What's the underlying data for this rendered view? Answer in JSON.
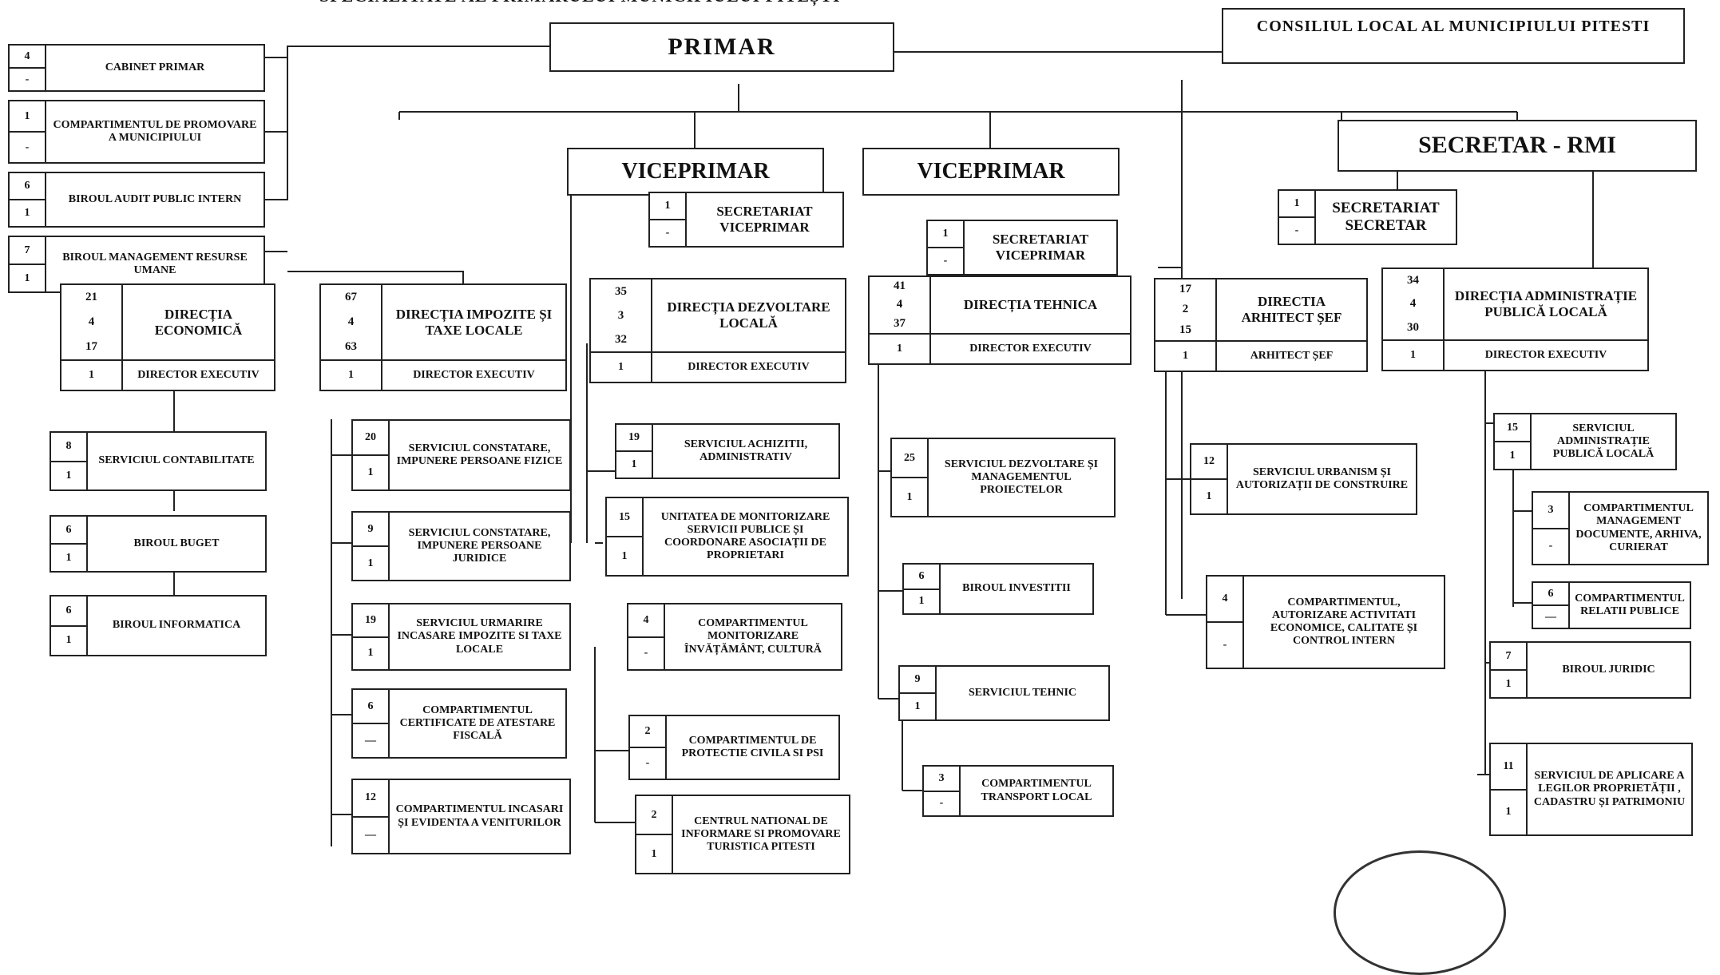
{
  "heading": "SPECIALITATE AL PRIMARULUI MUNICIPIULUI PITEȘTI",
  "council": "CONSILIUL LOCAL AL MUNICIPIULUI PITESTI",
  "nodes": {
    "primar": {
      "label": "PRIMAR"
    },
    "cabinet": {
      "a": "4",
      "b": "-",
      "label": "CABINET PRIMAR"
    },
    "promovare": {
      "a": "1",
      "b": "-",
      "label": "COMPARTIMENTUL DE PROMOVARE A MUNICIPIULUI"
    },
    "audit": {
      "a": "6",
      "b": "1",
      "label": "BIROUL AUDIT PUBLIC INTERN"
    },
    "resurse": {
      "a": "7",
      "b": "1",
      "label": "BIROUL MANAGEMENT RESURSE UMANE"
    },
    "vice1": {
      "label": "VICEPRIMAR"
    },
    "vice2": {
      "label": "VICEPRIMAR"
    },
    "secretar": {
      "label": "SECRETAR - RMI"
    },
    "secv1": {
      "a": "1",
      "b": "-",
      "label": "SECRETARIAT VICEPRIMAR"
    },
    "secv2": {
      "a": "1",
      "b": "-",
      "label": "SECRETARIAT VICEPRIMAR"
    },
    "secs": {
      "a": "1",
      "b": "-",
      "label": "SECRETARIAT SECRETAR"
    },
    "dir_ec": {
      "n1": "21",
      "n2": "4",
      "n3": "17",
      "label": "DIRECȚIA ECONOMICĂ",
      "bn": "1",
      "bt": "DIRECTOR EXECUTIV"
    },
    "dir_it": {
      "n1": "67",
      "n2": "4",
      "n3": "63",
      "label": "DIRECȚIA IMPOZITE ȘI TAXE LOCALE",
      "bn": "1",
      "bt": "DIRECTOR EXECUTIV"
    },
    "dir_dl": {
      "n1": "35",
      "n2": "3",
      "n3": "32",
      "label": "DIRECȚIA DEZVOLTARE LOCALĂ",
      "bn": "1",
      "bt": "DIRECTOR EXECUTIV"
    },
    "dir_te": {
      "n1": "41",
      "n2": "4",
      "n3": "37",
      "label": "DIRECȚIA TEHNICA",
      "bn": "1",
      "bt": "DIRECTOR EXECUTIV"
    },
    "dir_ar": {
      "n1": "17",
      "n2": "2",
      "n3": "15",
      "label": "DIRECTIA ARHITECT ȘEF",
      "bn": "1",
      "bt": "ARHITECT ȘEF"
    },
    "dir_ap": {
      "n1": "34",
      "n2": "4",
      "n3": "30",
      "label": "DIRECȚIA ADMINISTRAȚIE PUBLICĂ LOCALĂ",
      "bn": "1",
      "bt": "DIRECTOR EXECUTIV"
    },
    "s_cont": {
      "a": "8",
      "b": "1",
      "label": "SERVICIUL CONTABILITATE"
    },
    "s_buget": {
      "a": "6",
      "b": "1",
      "label": "BIROUL BUGET"
    },
    "s_info": {
      "a": "6",
      "b": "1",
      "label": "BIROUL INFORMATICA"
    },
    "s_cf": {
      "a": "20",
      "b": "1",
      "label": "SERVICIUL CONSTATARE, IMPUNERE PERSOANE FIZICE"
    },
    "s_cj": {
      "a": "9",
      "b": "1",
      "label": "SERVICIUL CONSTATARE, IMPUNERE PERSOANE JURIDICE"
    },
    "s_ui": {
      "a": "19",
      "b": "1",
      "label": "SERVICIUL URMARIRE INCASARE IMPOZITE SI TAXE LOCALE"
    },
    "s_cert": {
      "a": "6",
      "b": "—",
      "label": "COMPARTIMENTUL CERTIFICATE DE ATESTARE FISCALĂ"
    },
    "s_inc": {
      "a": "12",
      "b": "—",
      "label": "COMPARTIMENTUL INCASARI ȘI EVIDENTA A VENITURILOR"
    },
    "s_achiz": {
      "a": "19",
      "b": "1",
      "label": "SERVICIUL ACHIZITII, ADMINISTRATIV"
    },
    "s_unit": {
      "a": "15",
      "b": "1",
      "label": "UNITATEA DE MONITORIZARE SERVICII PUBLICE ȘI COORDONARE ASOCIAȚII DE PROPRIETARI"
    },
    "s_inv": {
      "a": "4",
      "b": "-",
      "label": "COMPARTIMENTUL MONITORIZARE ÎNVĂȚĂMÂNT, CULTURĂ"
    },
    "s_prot": {
      "a": "2",
      "b": "-",
      "label": "COMPARTIMENTUL DE PROTECTIE CIVILA SI PSI"
    },
    "s_cnip": {
      "a": "2",
      "b": "1",
      "label": "CENTRUL NATIONAL DE INFORMARE SI PROMOVARE TURISTICA PITESTI"
    },
    "s_dez": {
      "a": "25",
      "b": "1",
      "label": "SERVICIUL DEZVOLTARE ȘI MANAGEMENTUL PROIECTELOR"
    },
    "s_binv": {
      "a": "6",
      "b": "1",
      "label": "BIROUL INVESTITII"
    },
    "s_teh": {
      "a": "9",
      "b": "1",
      "label": "SERVICIUL TEHNIC"
    },
    "s_transp": {
      "a": "3",
      "b": "-",
      "label": "COMPARTIMENTUL TRANSPORT LOCAL"
    },
    "s_urb": {
      "a": "12",
      "b": "1",
      "label": "SERVICIUL URBANISM ȘI AUTORIZAȚII DE CONSTRUIRE"
    },
    "s_aut": {
      "a": "4",
      "b": "-",
      "label": "COMPARTIMENTUL, AUTORIZARE ACTIVITATI ECONOMICE, CALITATE ȘI CONTROL INTERN"
    },
    "s_apl": {
      "a": "15",
      "b": "1",
      "label": "SERVICIUL ADMINISTRAȚIE PUBLICĂ LOCALĂ"
    },
    "s_mgmt": {
      "a": "3",
      "b": "-",
      "label": "COMPARTIMENTUL MANAGEMENT DOCUMENTE, ARHIVA, CURIERAT"
    },
    "s_rp": {
      "a": "6",
      "b": "—",
      "label": "COMPARTIMENTUL RELATII PUBLICE"
    },
    "s_jur": {
      "a": "7",
      "b": "1",
      "label": "BIROUL JURIDIC"
    },
    "s_legi": {
      "a": "11",
      "b": "1",
      "label": "SERVICIUL DE APLICARE A LEGILOR PROPRIETĂȚII , CADASTRU ȘI PATRIMONIU"
    }
  }
}
